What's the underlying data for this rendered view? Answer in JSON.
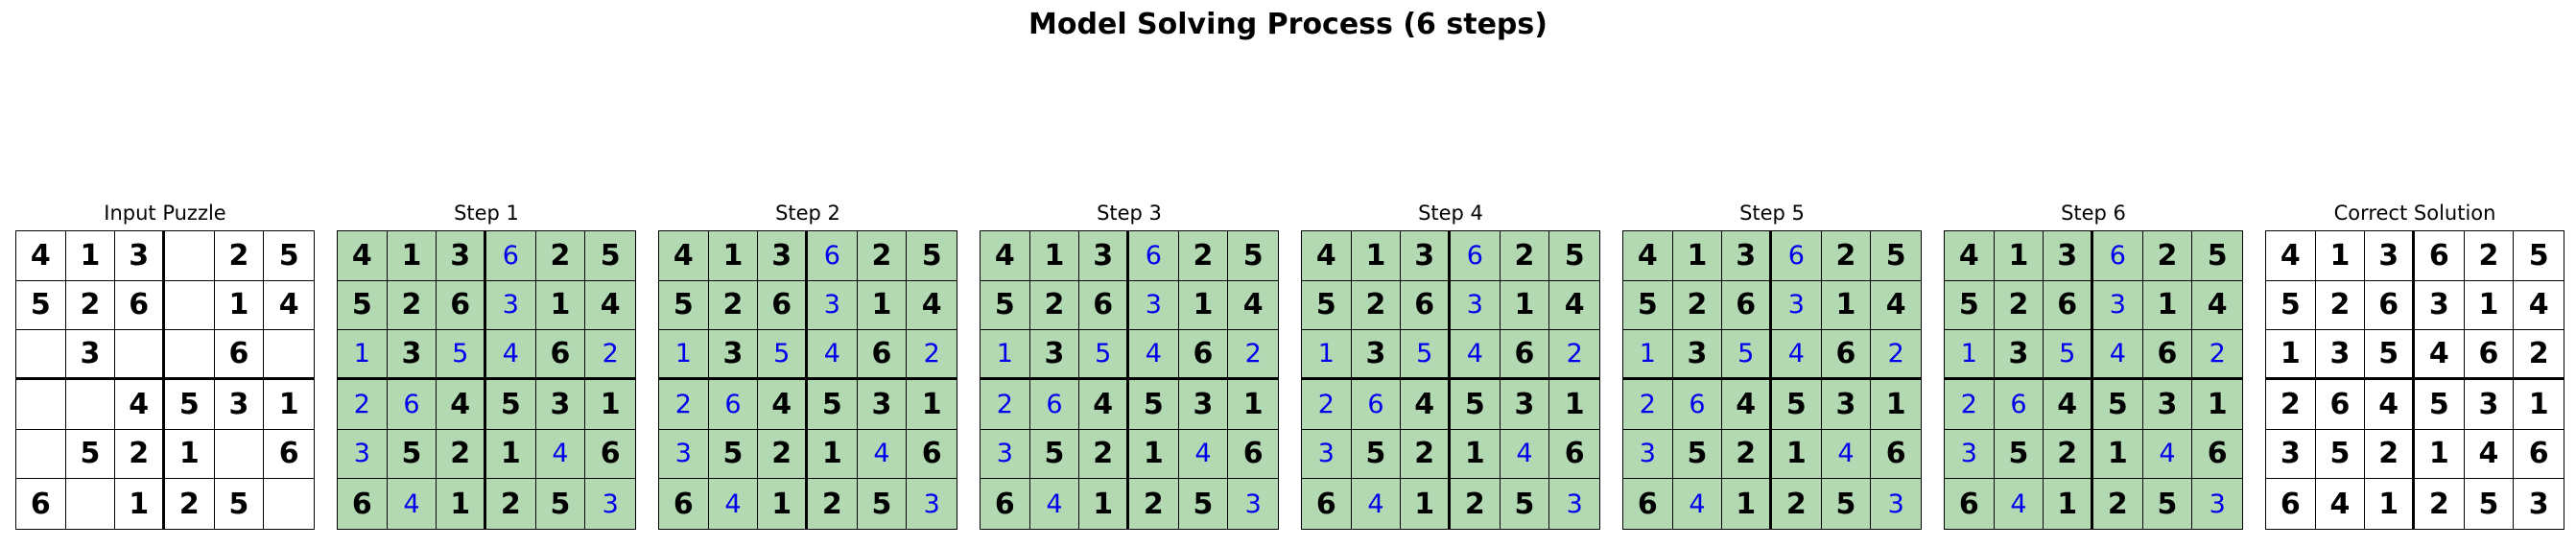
{
  "title": "Model Solving Process (6 steps)",
  "colors": {
    "step_background": "#b2d9b2",
    "filled_digit": "#0000ee",
    "given_digit": "#000000"
  },
  "panels": [
    {
      "title": "Input Puzzle",
      "style": "plain",
      "cells": [
        [
          4,
          1,
          3,
          0,
          2,
          5
        ],
        [
          5,
          2,
          6,
          0,
          1,
          4
        ],
        [
          0,
          3,
          0,
          0,
          6,
          0
        ],
        [
          0,
          0,
          4,
          5,
          3,
          1
        ],
        [
          0,
          5,
          2,
          1,
          0,
          6
        ],
        [
          6,
          0,
          1,
          2,
          5,
          0
        ]
      ]
    },
    {
      "title": "Step 1",
      "style": "green",
      "cells": [
        [
          4,
          1,
          3,
          6,
          2,
          5
        ],
        [
          5,
          2,
          6,
          3,
          1,
          4
        ],
        [
          1,
          3,
          5,
          4,
          6,
          2
        ],
        [
          2,
          6,
          4,
          5,
          3,
          1
        ],
        [
          3,
          5,
          2,
          1,
          4,
          6
        ],
        [
          6,
          4,
          1,
          2,
          5,
          3
        ]
      ]
    },
    {
      "title": "Step 2",
      "style": "green",
      "cells": [
        [
          4,
          1,
          3,
          6,
          2,
          5
        ],
        [
          5,
          2,
          6,
          3,
          1,
          4
        ],
        [
          1,
          3,
          5,
          4,
          6,
          2
        ],
        [
          2,
          6,
          4,
          5,
          3,
          1
        ],
        [
          3,
          5,
          2,
          1,
          4,
          6
        ],
        [
          6,
          4,
          1,
          2,
          5,
          3
        ]
      ]
    },
    {
      "title": "Step 3",
      "style": "green",
      "cells": [
        [
          4,
          1,
          3,
          6,
          2,
          5
        ],
        [
          5,
          2,
          6,
          3,
          1,
          4
        ],
        [
          1,
          3,
          5,
          4,
          6,
          2
        ],
        [
          2,
          6,
          4,
          5,
          3,
          1
        ],
        [
          3,
          5,
          2,
          1,
          4,
          6
        ],
        [
          6,
          4,
          1,
          2,
          5,
          3
        ]
      ]
    },
    {
      "title": "Step 4",
      "style": "green",
      "cells": [
        [
          4,
          1,
          3,
          6,
          2,
          5
        ],
        [
          5,
          2,
          6,
          3,
          1,
          4
        ],
        [
          1,
          3,
          5,
          4,
          6,
          2
        ],
        [
          2,
          6,
          4,
          5,
          3,
          1
        ],
        [
          3,
          5,
          2,
          1,
          4,
          6
        ],
        [
          6,
          4,
          1,
          2,
          5,
          3
        ]
      ]
    },
    {
      "title": "Step 5",
      "style": "green",
      "cells": [
        [
          4,
          1,
          3,
          6,
          2,
          5
        ],
        [
          5,
          2,
          6,
          3,
          1,
          4
        ],
        [
          1,
          3,
          5,
          4,
          6,
          2
        ],
        [
          2,
          6,
          4,
          5,
          3,
          1
        ],
        [
          3,
          5,
          2,
          1,
          4,
          6
        ],
        [
          6,
          4,
          1,
          2,
          5,
          3
        ]
      ]
    },
    {
      "title": "Step 6",
      "style": "green",
      "cells": [
        [
          4,
          1,
          3,
          6,
          2,
          5
        ],
        [
          5,
          2,
          6,
          3,
          1,
          4
        ],
        [
          1,
          3,
          5,
          4,
          6,
          2
        ],
        [
          2,
          6,
          4,
          5,
          3,
          1
        ],
        [
          3,
          5,
          2,
          1,
          4,
          6
        ],
        [
          6,
          4,
          1,
          2,
          5,
          3
        ]
      ]
    },
    {
      "title": "Correct Solution",
      "style": "plain-bold",
      "cells": [
        [
          4,
          1,
          3,
          6,
          2,
          5
        ],
        [
          5,
          2,
          6,
          3,
          1,
          4
        ],
        [
          1,
          3,
          5,
          4,
          6,
          2
        ],
        [
          2,
          6,
          4,
          5,
          3,
          1
        ],
        [
          3,
          5,
          2,
          1,
          4,
          6
        ],
        [
          6,
          4,
          1,
          2,
          5,
          3
        ]
      ]
    }
  ]
}
